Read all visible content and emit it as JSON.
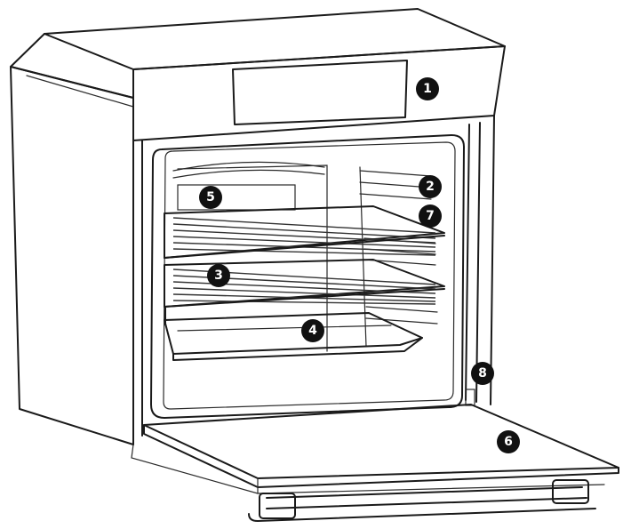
{
  "callouts": [
    {
      "id": "1",
      "label": "1"
    },
    {
      "id": "2",
      "label": "2"
    },
    {
      "id": "3",
      "label": "3"
    },
    {
      "id": "4",
      "label": "4"
    },
    {
      "id": "5",
      "label": "5"
    },
    {
      "id": "6",
      "label": "6"
    },
    {
      "id": "7",
      "label": "7"
    },
    {
      "id": "8",
      "label": "8"
    }
  ],
  "colors": {
    "line": "#1a1a1a",
    "badge": "#111111",
    "badge_text": "#ffffff"
  }
}
